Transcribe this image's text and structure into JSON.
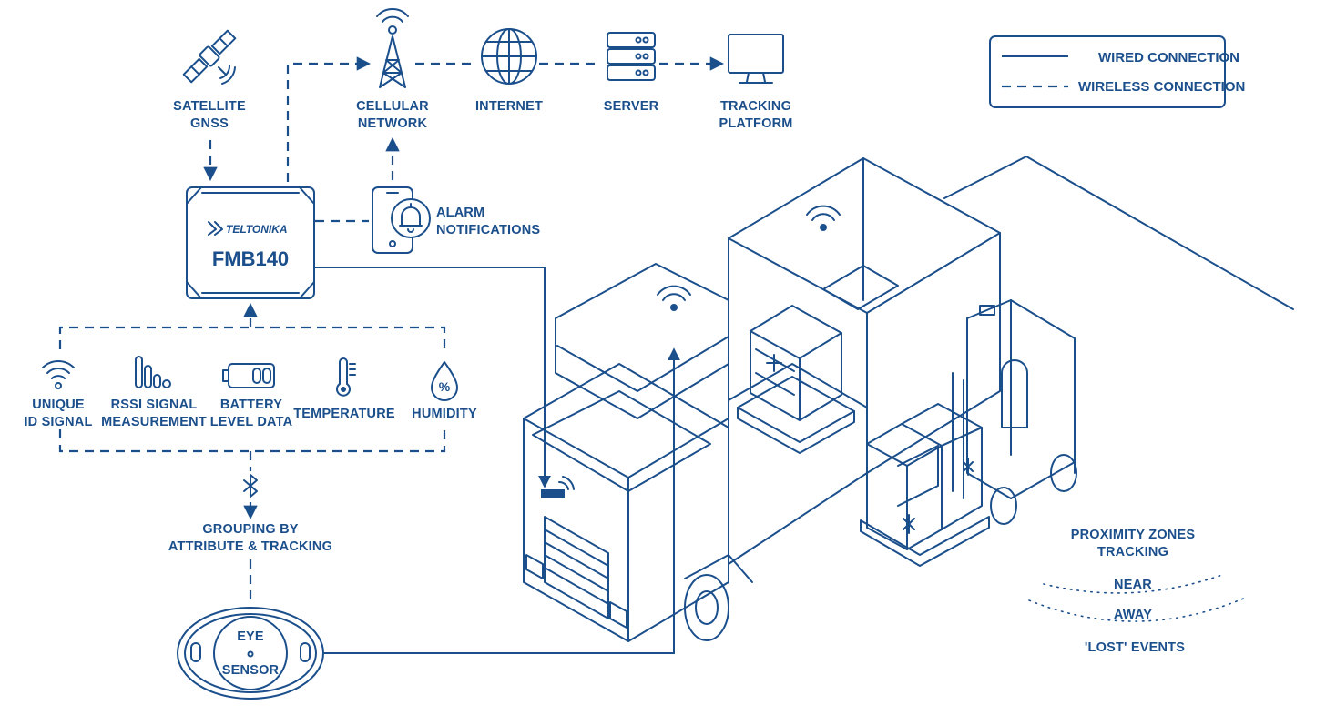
{
  "legend": {
    "wired": "WIRED CONNECTION",
    "wireless": "WIRELESS CONNECTION"
  },
  "top_chain": {
    "satellite": [
      "SATELLITE",
      "GNSS"
    ],
    "cellular": [
      "CELLULAR",
      "NETWORK"
    ],
    "internet": "INTERNET",
    "server": "SERVER",
    "tracking": [
      "TRACKING",
      "PLATFORM"
    ]
  },
  "device": {
    "brand": "TELTONIKA",
    "model": "FMB140"
  },
  "alarm": [
    "ALARM",
    "NOTIFICATIONS"
  ],
  "sensor_data": [
    {
      "icon": "wifi-signal-icon",
      "lines": [
        "UNIQUE",
        "ID SIGNAL"
      ]
    },
    {
      "icon": "signal-bars-icon",
      "lines": [
        "RSSI SIGNAL",
        "MEASUREMENT"
      ]
    },
    {
      "icon": "battery-icon",
      "lines": [
        "BATTERY",
        "LEVEL DATA"
      ]
    },
    {
      "icon": "thermometer-icon",
      "lines": [
        "TEMPERATURE"
      ]
    },
    {
      "icon": "humidity-drop-icon",
      "lines": [
        "HUMIDITY"
      ]
    }
  ],
  "grouping": [
    "GROUPING BY",
    "ATTRIBUTE & TRACKING"
  ],
  "sensor": [
    "EYE",
    "SENSOR"
  ],
  "proximity": {
    "title": [
      "PROXIMITY ZONES",
      "TRACKING"
    ],
    "zones": [
      "NEAR",
      "AWAY",
      "'LOST' EVENTS"
    ]
  },
  "colors": {
    "primary": "#1b4f8c",
    "background": "#ffffff"
  }
}
